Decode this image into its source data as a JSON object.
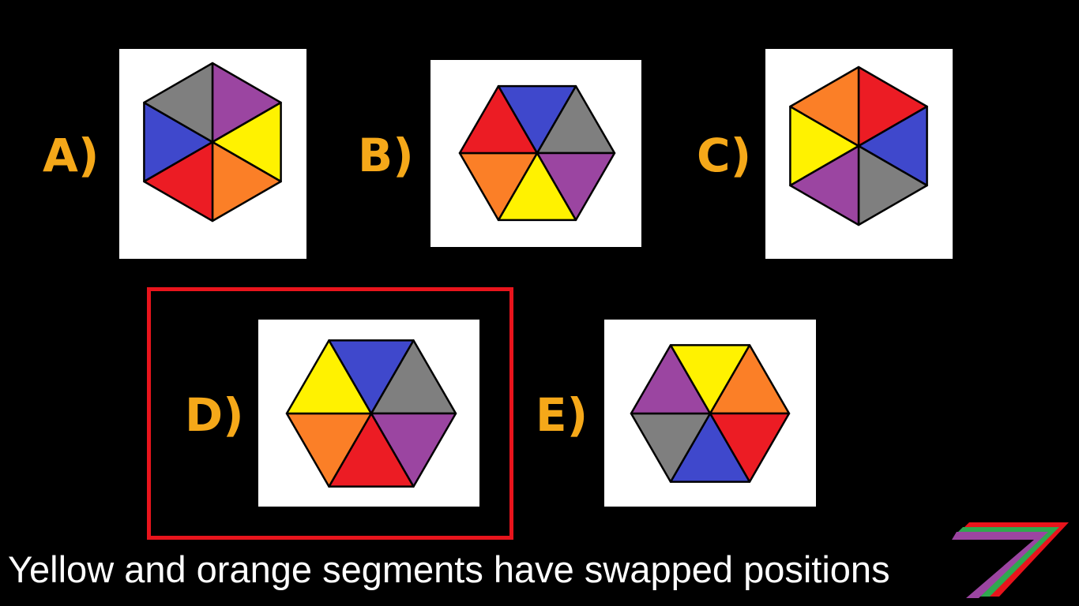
{
  "colors": {
    "background": "#000000",
    "label": "#f5a819",
    "highlight": "#e8141c",
    "caption": "#ffffff",
    "gray": "#7f7f7f",
    "purple": "#9b45a1",
    "yellow": "#fff200",
    "orange": "#fb7f27",
    "red": "#ec1c24",
    "blue": "#3f48cc",
    "logo_red": "#e8141c",
    "logo_green": "#2fa84f",
    "logo_purple": "#9b45a1"
  },
  "options": [
    {
      "id": "A",
      "label": "A)",
      "orientation": "pointy",
      "segments": [
        "purple",
        "yellow",
        "orange",
        "red",
        "blue",
        "gray"
      ]
    },
    {
      "id": "B",
      "label": "B)",
      "orientation": "flat",
      "segments": [
        "gray",
        "purple",
        "yellow",
        "orange",
        "red",
        "blue"
      ]
    },
    {
      "id": "C",
      "label": "C)",
      "orientation": "pointy",
      "segments": [
        "red",
        "blue",
        "gray",
        "purple",
        "yellow",
        "orange"
      ]
    },
    {
      "id": "D",
      "label": "D)",
      "orientation": "flat",
      "segments": [
        "gray",
        "purple",
        "red",
        "orange",
        "yellow",
        "blue"
      ]
    },
    {
      "id": "E",
      "label": "E)",
      "orientation": "flat",
      "segments": [
        "orange",
        "red",
        "blue",
        "gray",
        "purple",
        "yellow"
      ]
    }
  ],
  "answer": "D",
  "caption": "Yellow and orange segments have swapped positions",
  "logo_icon": "stylized-seven-logo-icon"
}
